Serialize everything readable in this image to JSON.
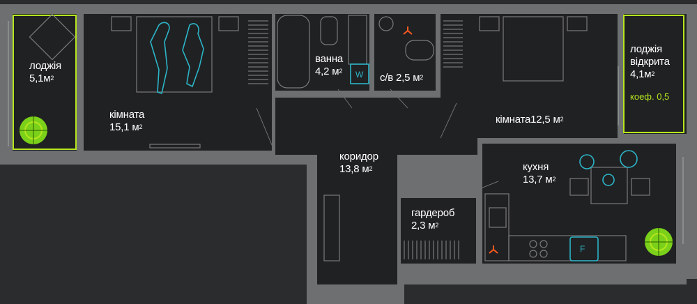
{
  "rooms": {
    "loggia_left": {
      "name": "лоджія",
      "area": "5,1м",
      "sup": "2"
    },
    "room1": {
      "name": "кімната",
      "area": "15,1 м",
      "sup": "2"
    },
    "bath": {
      "name": "ванна",
      "area": "4,2 м",
      "sup": "2"
    },
    "wc": {
      "name": "с/в 2,5 м",
      "sup": "2"
    },
    "room2": {
      "name": "кімната12,5 м",
      "sup": "2"
    },
    "loggia_right": {
      "name_line1": "лоджія",
      "name_line2": "відкрита",
      "area": "4,1м",
      "sup": "2",
      "coef": "коеф. 0,5"
    },
    "corridor": {
      "name": "коридор",
      "area": "13,8 м",
      "sup": "2"
    },
    "kitchen": {
      "name": "кухня",
      "area": "13,7 м",
      "sup": "2"
    },
    "wardrobe": {
      "name": "гардероб",
      "area": "2,3 м",
      "sup": "2"
    }
  },
  "fixtures": {
    "washer_letter": "W",
    "fridge_letter": "F"
  },
  "colors": {
    "background": "#2b2c2e",
    "walls": "#6e6f71",
    "floor": "#202123",
    "highlight": "#b5e61d",
    "furniture": "#2bb5c8",
    "accent": "#ff5a1f"
  }
}
